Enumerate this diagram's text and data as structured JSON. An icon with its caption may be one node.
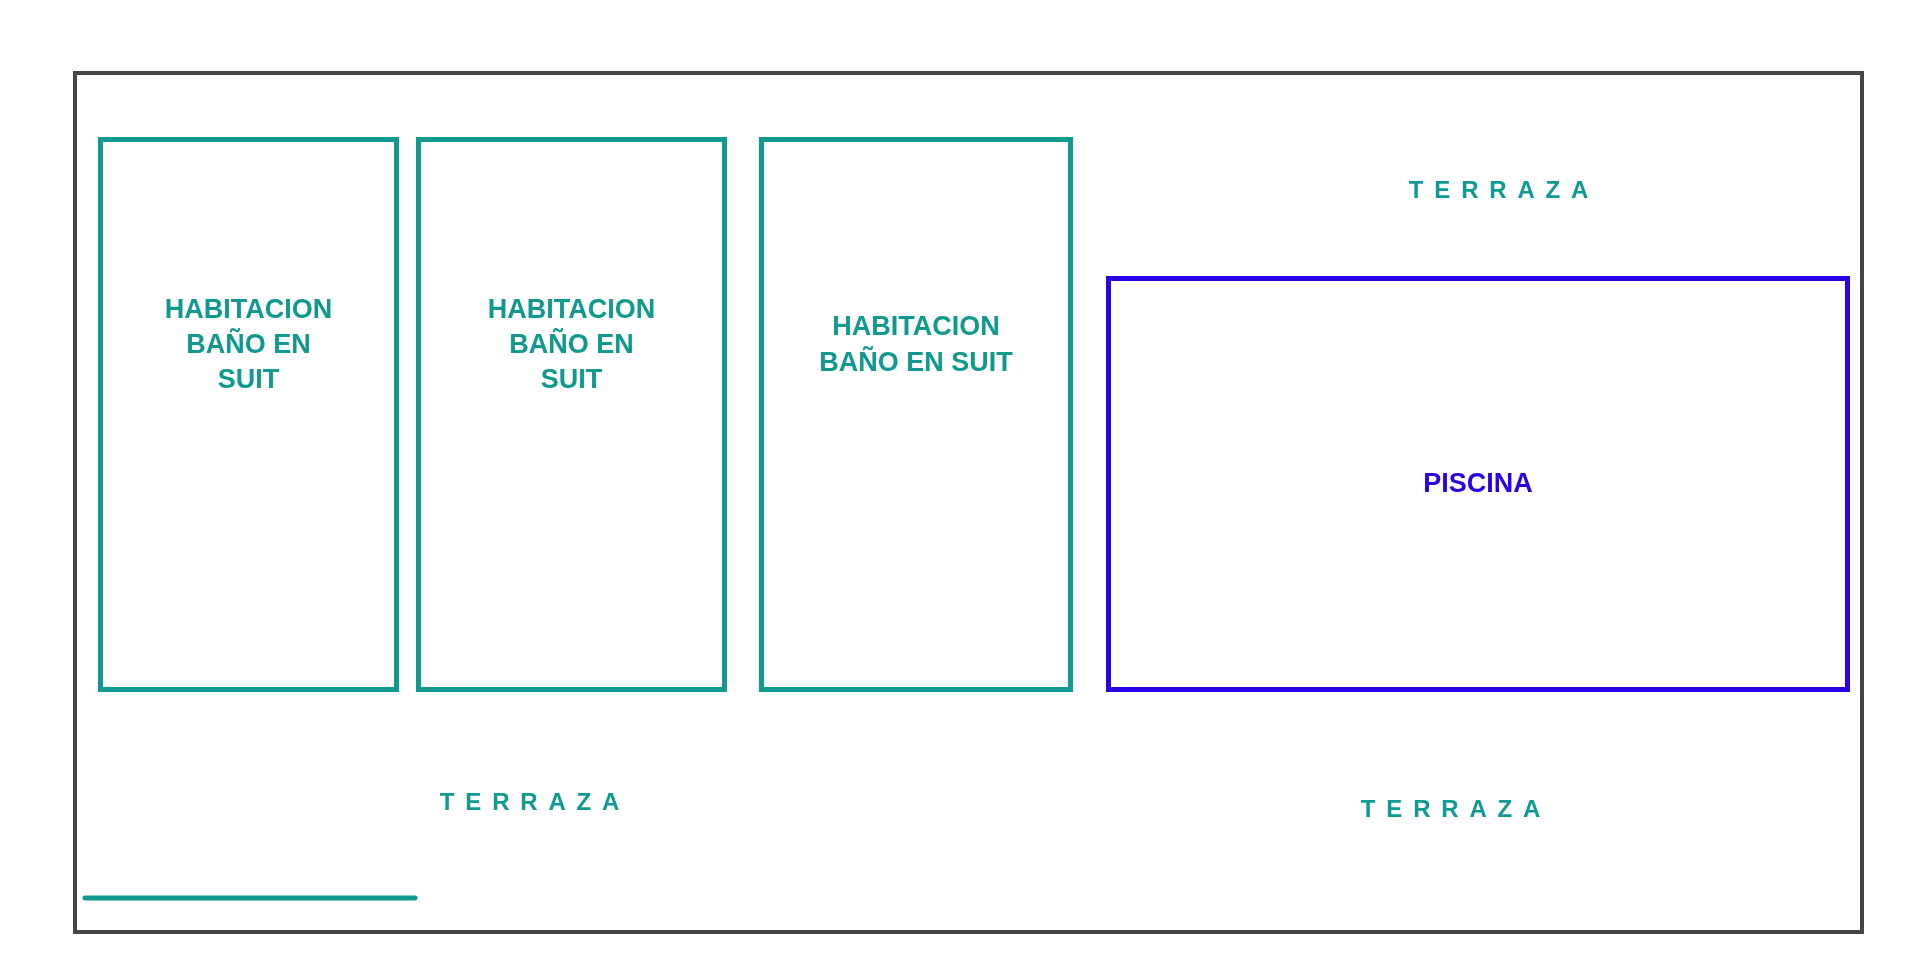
{
  "diagram": {
    "nodes": [
      {
        "text": [],
        "shape": "box"
      },
      {
        "text": [
          "HABITACION BAÑO EN SUIT"
        ],
        "in": 0
      },
      {
        "text": [
          "HABITACION BAÑO EN SUIT"
        ],
        "in": 0
      },
      {
        "text": [
          "HABITACION BAÑO EN SUIT"
        ],
        "in": 0
      },
      {
        "text": [
          "PISCINA"
        ],
        "in": 0
      }
    ],
    "labels": [
      "TERRAZA",
      "TERRAZA",
      "TERRAZA"
    ]
  }
}
